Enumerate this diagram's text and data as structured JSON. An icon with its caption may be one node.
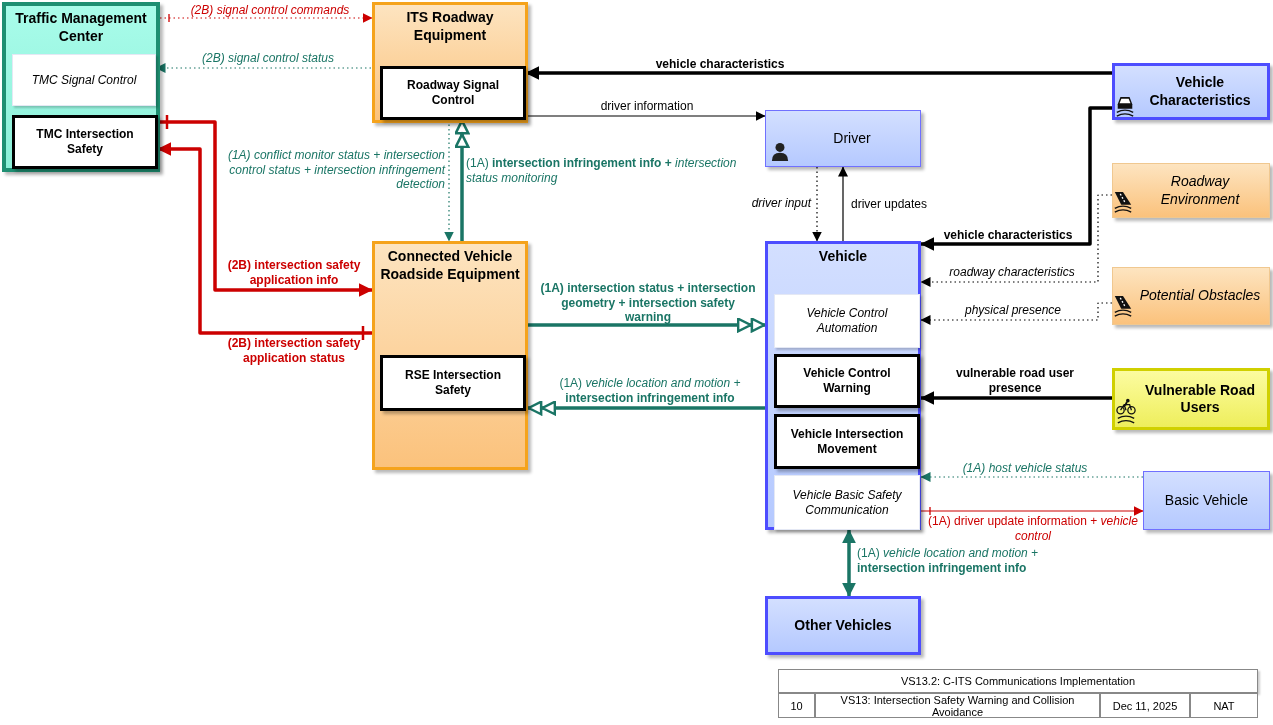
{
  "diagram": {
    "nodes": [
      {
        "text": [
          "Traffic Management Center"
        ]
      },
      {
        "text": [
          "TMC Signal Control"
        ],
        "in": 0
      },
      {
        "text": [
          "TMC Intersection Safety"
        ],
        "in": 0
      },
      {
        "text": [
          "ITS Roadway Equipment"
        ]
      },
      {
        "text": [
          "Roadway Signal Control"
        ],
        "in": 3
      },
      {
        "text": [
          "Driver"
        ]
      },
      {
        "text": [
          "Vehicle Characteristics"
        ]
      },
      {
        "text": [
          "Roadway Environment"
        ]
      },
      {
        "text": [
          "Connected Vehicle Roadside Equipment"
        ]
      },
      {
        "text": [
          "RSE Intersection Safety"
        ],
        "in": 8
      },
      {
        "text": [
          "Vehicle"
        ]
      },
      {
        "text": [
          "Vehicle Control Automation"
        ],
        "in": 10
      },
      {
        "text": [
          "Vehicle Control Warning"
        ],
        "in": 10
      },
      {
        "text": [
          "Vehicle Intersection Movement"
        ],
        "in": 10
      },
      {
        "text": [
          "Vehicle Basic Safety Communication"
        ],
        "in": 10
      },
      {
        "text": [
          "Potential Obstacles"
        ]
      },
      {
        "text": [
          "Vulnerable Road Users"
        ]
      },
      {
        "text": [
          "Basic Vehicle"
        ]
      },
      {
        "text": [
          "Other Vehicles"
        ]
      }
    ],
    "edges": [
      {
        "from": 0,
        "to": 3,
        "arrow": "to",
        "label": "(2B) signal control commands",
        "style": "dashed",
        "color": "#cc0000"
      },
      {
        "from": 4,
        "to": 1,
        "arrow": "to",
        "label": "(2B) signal control status",
        "style": "dashed",
        "color": "#1a7565"
      },
      {
        "from": 4,
        "to": 8,
        "arrow": "to",
        "label": "(1A) conflict monitor status + intersection control status + intersection infringement detection",
        "style": "dashed",
        "color": "#1a7565"
      },
      {
        "from": 8,
        "to": 4,
        "arrow": "to",
        "label": "(1A) **intersection infringement info +** *intersection status monitoring*",
        "style": "thick",
        "color": "#1a7565"
      },
      {
        "from": 6,
        "to": 4,
        "arrow": "to",
        "label": "vehicle characteristics",
        "style": "thick"
      },
      {
        "from": 4,
        "to": 5,
        "arrow": "to",
        "label": "driver information"
      },
      {
        "from": 5,
        "to": 10,
        "arrow": "to",
        "label": "driver input",
        "style": "dashed"
      },
      {
        "from": 10,
        "to": 5,
        "arrow": "to",
        "label": "driver updates"
      },
      {
        "from": 6,
        "to": 10,
        "arrow": "to",
        "label": "vehicle characteristics",
        "style": "thick"
      },
      {
        "from": 7,
        "to": 10,
        "arrow": "to",
        "label": "roadway characteristics",
        "style": "dashed"
      },
      {
        "from": 15,
        "to": 10,
        "arrow": "to",
        "label": "physical presence",
        "style": "dashed"
      },
      {
        "from": 2,
        "to": 8,
        "arrow": "to",
        "label": "(2B) intersection safety application info",
        "style": "thick",
        "color": "#cc0000"
      },
      {
        "from": 8,
        "to": 2,
        "arrow": "to",
        "label": "(2B) intersection safety application status",
        "style": "thick",
        "color": "#cc0000"
      },
      {
        "from": 8,
        "to": 10,
        "arrow": "to",
        "label": "(1A) intersection status + intersection geometry + intersection safety warning",
        "style": "thick",
        "color": "#1a7565"
      },
      {
        "from": 10,
        "to": 8,
        "arrow": "to",
        "label": "(1A) *vehicle location and motion +* **intersection infringement info**",
        "style": "thick",
        "color": "#1a7565"
      },
      {
        "from": 16,
        "to": 10,
        "arrow": "to",
        "label": "vulnerable road user presence",
        "style": "thick"
      },
      {
        "from": 17,
        "to": 10,
        "arrow": "to",
        "label": "(1A) host vehicle status",
        "style": "dashed",
        "color": "#1a7565"
      },
      {
        "from": 10,
        "to": 17,
        "arrow": "to",
        "label": "(1A) driver update information + *vehicle control*",
        "color": "#cc0000"
      },
      {
        "from": 10,
        "to": 18,
        "arrow": "both",
        "label": "(1A) *vehicle location and motion +* **intersection infringement info**",
        "style": "thick",
        "color": "#1a7565"
      }
    ],
    "labels": [
      "VS13.2: C-ITS Communications Implementation",
      "10",
      "VS13: Intersection Safety Warning and Collision Avoidance",
      "Dec 11, 2025",
      "NAT"
    ]
  }
}
